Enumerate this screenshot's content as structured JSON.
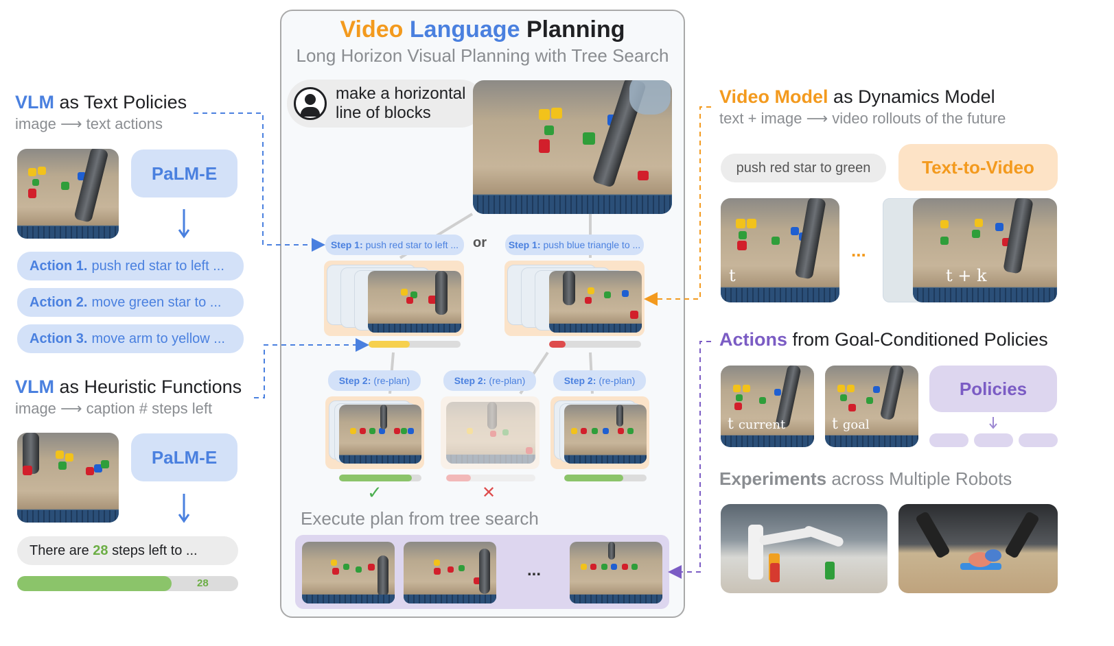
{
  "center": {
    "title_w1": "Video",
    "title_w2": "Language",
    "title_w3": "Planning",
    "subtitle": "Long Horizon Visual Planning with Tree Search",
    "prompt": [
      "make a horizontal",
      "line of blocks"
    ],
    "step1a": {
      "bold": "Step 1:",
      "text": "push red star to left ..."
    },
    "or": "or",
    "step1b": {
      "bold": "Step 1:",
      "text": "push blue triangle to ..."
    },
    "step2": {
      "bold": "Step 2:",
      "text": "(re-plan)"
    },
    "check": "✓",
    "cross": "✕",
    "execute": "Execute plan from tree search",
    "ellipsis": "...",
    "bars": {
      "step1a": 0.45,
      "step1b": 0.18,
      "s2a": 0.88,
      "s2b": 0.28,
      "s2c": 0.72
    },
    "colors": {
      "yellow": "#f6d04d",
      "red": "#de4c4c",
      "green": "#8bc46a",
      "pink": "#f2b8b8"
    }
  },
  "left": {
    "text_policies": {
      "title_bold": "VLM",
      "title_rest": "as Text Policies",
      "subtitle": "image ⟶ text actions"
    },
    "palm1": "PaLM-E",
    "actions": [
      {
        "bold": "Action 1.",
        "text": "push red star to left ..."
      },
      {
        "bold": "Action 2.",
        "text": "move green star to ..."
      },
      {
        "bold": "Action 3.",
        "text": "move arm to yellow ..."
      }
    ],
    "heuristic": {
      "title_bold": "VLM",
      "title_rest": "as Heuristic Functions",
      "subtitle": "image ⟶ caption # steps left"
    },
    "palm2": "PaLM-E",
    "steps_left": {
      "pre": "There are",
      "num": "28",
      "post": "steps left to ..."
    },
    "bar_value": "28",
    "bar_fraction": 0.7
  },
  "right": {
    "dynamics": {
      "title_bold": "Video Model",
      "title_rest": "as Dynamics Model",
      "subtitle": "text + image ⟶ video rollouts of the future"
    },
    "push_prompt": "push red star to green",
    "t2v": "Text-to-Video",
    "t_label": "t",
    "ellipsis": "...",
    "tk_label": "t + k",
    "actions": {
      "title_bold": "Actions",
      "title_rest": "from Goal-Conditioned Policies"
    },
    "t_current": {
      "t": "t",
      "sub": "current"
    },
    "t_goal": {
      "t": "t",
      "sub": "goal"
    },
    "policies": "Policies",
    "experiments": {
      "bold": "Experiments",
      "rest": "across Multiple Robots"
    }
  }
}
